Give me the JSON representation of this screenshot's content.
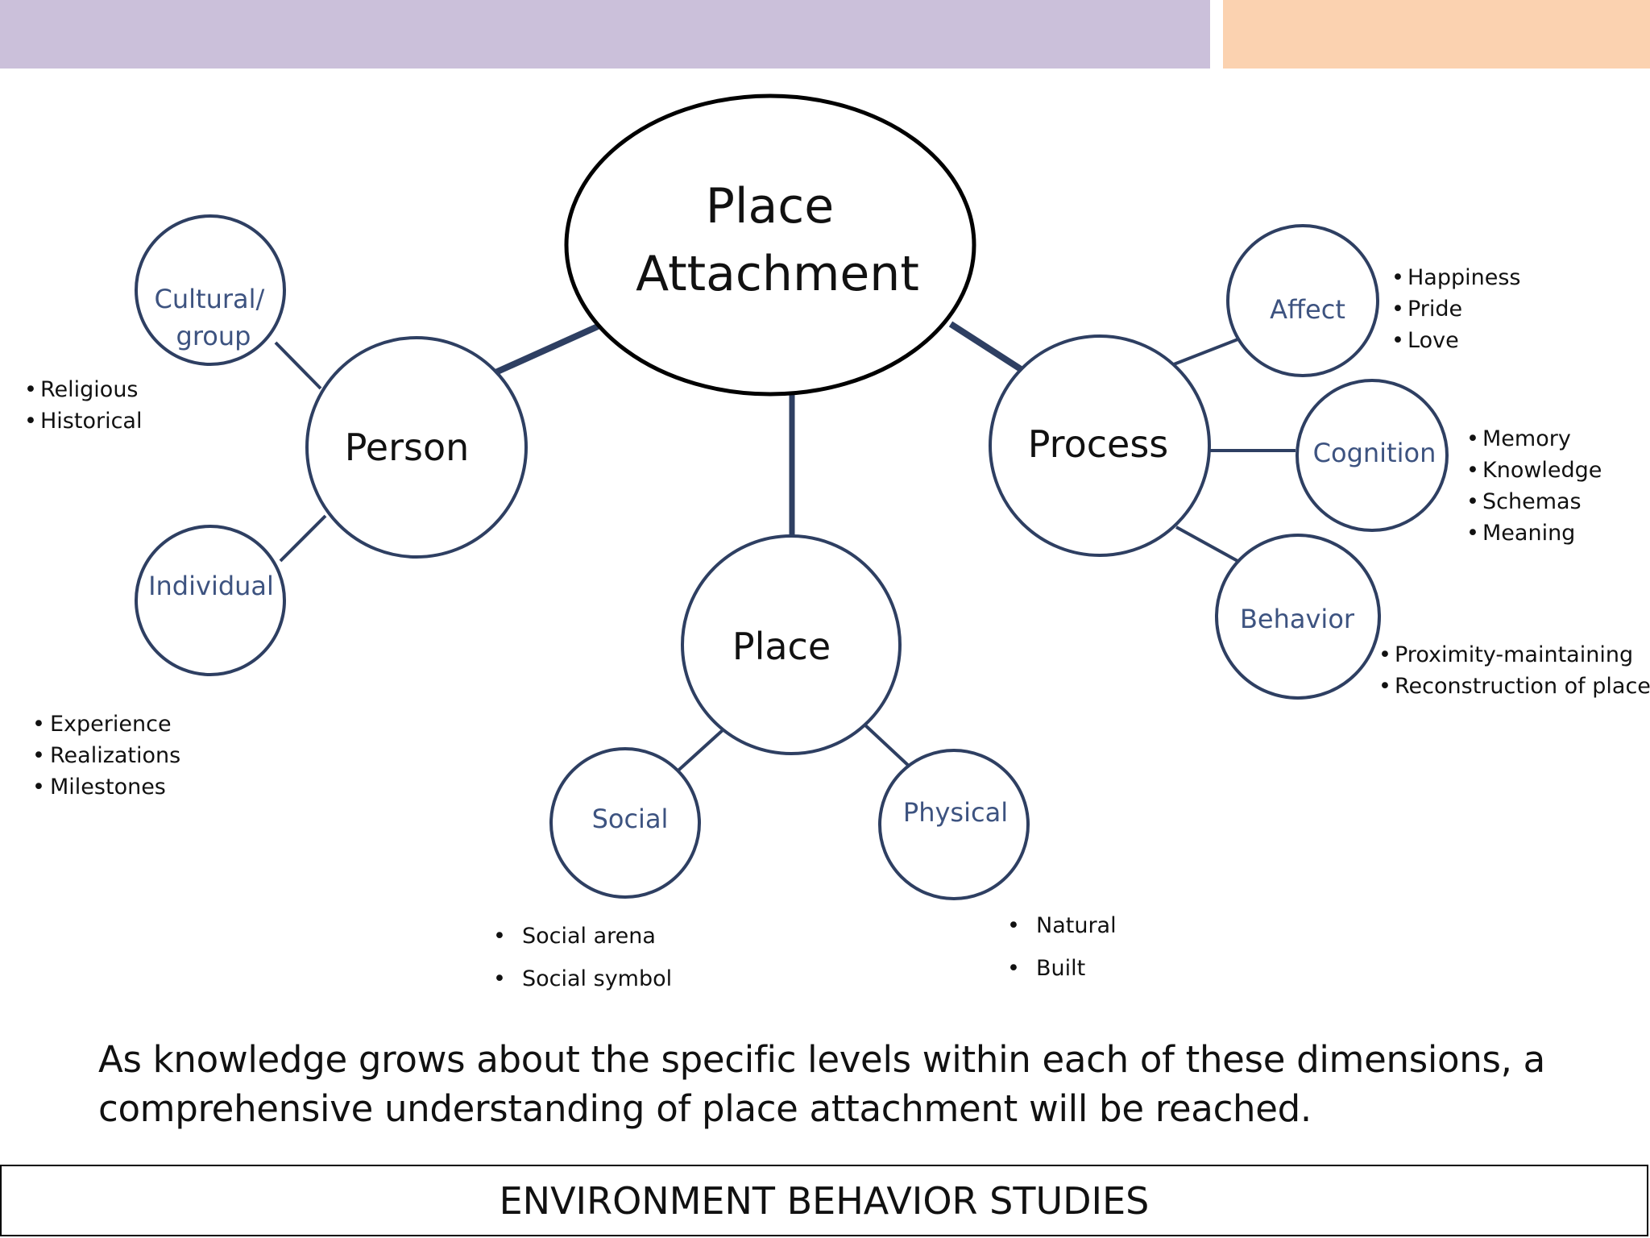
{
  "colors": {
    "top_bar_left": "#cbc0da",
    "top_bar_right": "#fbd2b0",
    "node_stroke": "#2e3f62",
    "root_stroke": "#000000",
    "sub_label": "#3d5380",
    "text": "#111111"
  },
  "diagram": {
    "root": "Place Attachment",
    "person": {
      "label": "Person",
      "cultural": {
        "label": "Cultural/ group",
        "bullets": [
          "Religious",
          "Historical"
        ]
      },
      "individual": {
        "label": "Individual",
        "bullets": [
          "Experience",
          "Realizations",
          "Milestones"
        ]
      }
    },
    "place": {
      "label": "Place",
      "social": {
        "label": "Social",
        "bullets": [
          "Social arena",
          "Social symbol"
        ]
      },
      "physical": {
        "label": "Physical",
        "bullets": [
          "Natural",
          "Built"
        ]
      }
    },
    "process": {
      "label": "Process",
      "affect": {
        "label": "Affect",
        "bullets": [
          "Happiness",
          "Pride",
          "Love"
        ]
      },
      "cognition": {
        "label": "Cognition",
        "bullets": [
          "Memory",
          "Knowledge",
          "Schemas",
          "Meaning"
        ]
      },
      "behavior": {
        "label": "Behavior",
        "bullets": [
          "Proximity-maintaining",
          "Reconstruction of place"
        ]
      }
    }
  },
  "caption": "As knowledge grows about the specific levels within each of these dimensions, a comprehensive understanding of place attachment will be reached.",
  "footer": "ENVIRONMENT BEHAVIOR STUDIES"
}
